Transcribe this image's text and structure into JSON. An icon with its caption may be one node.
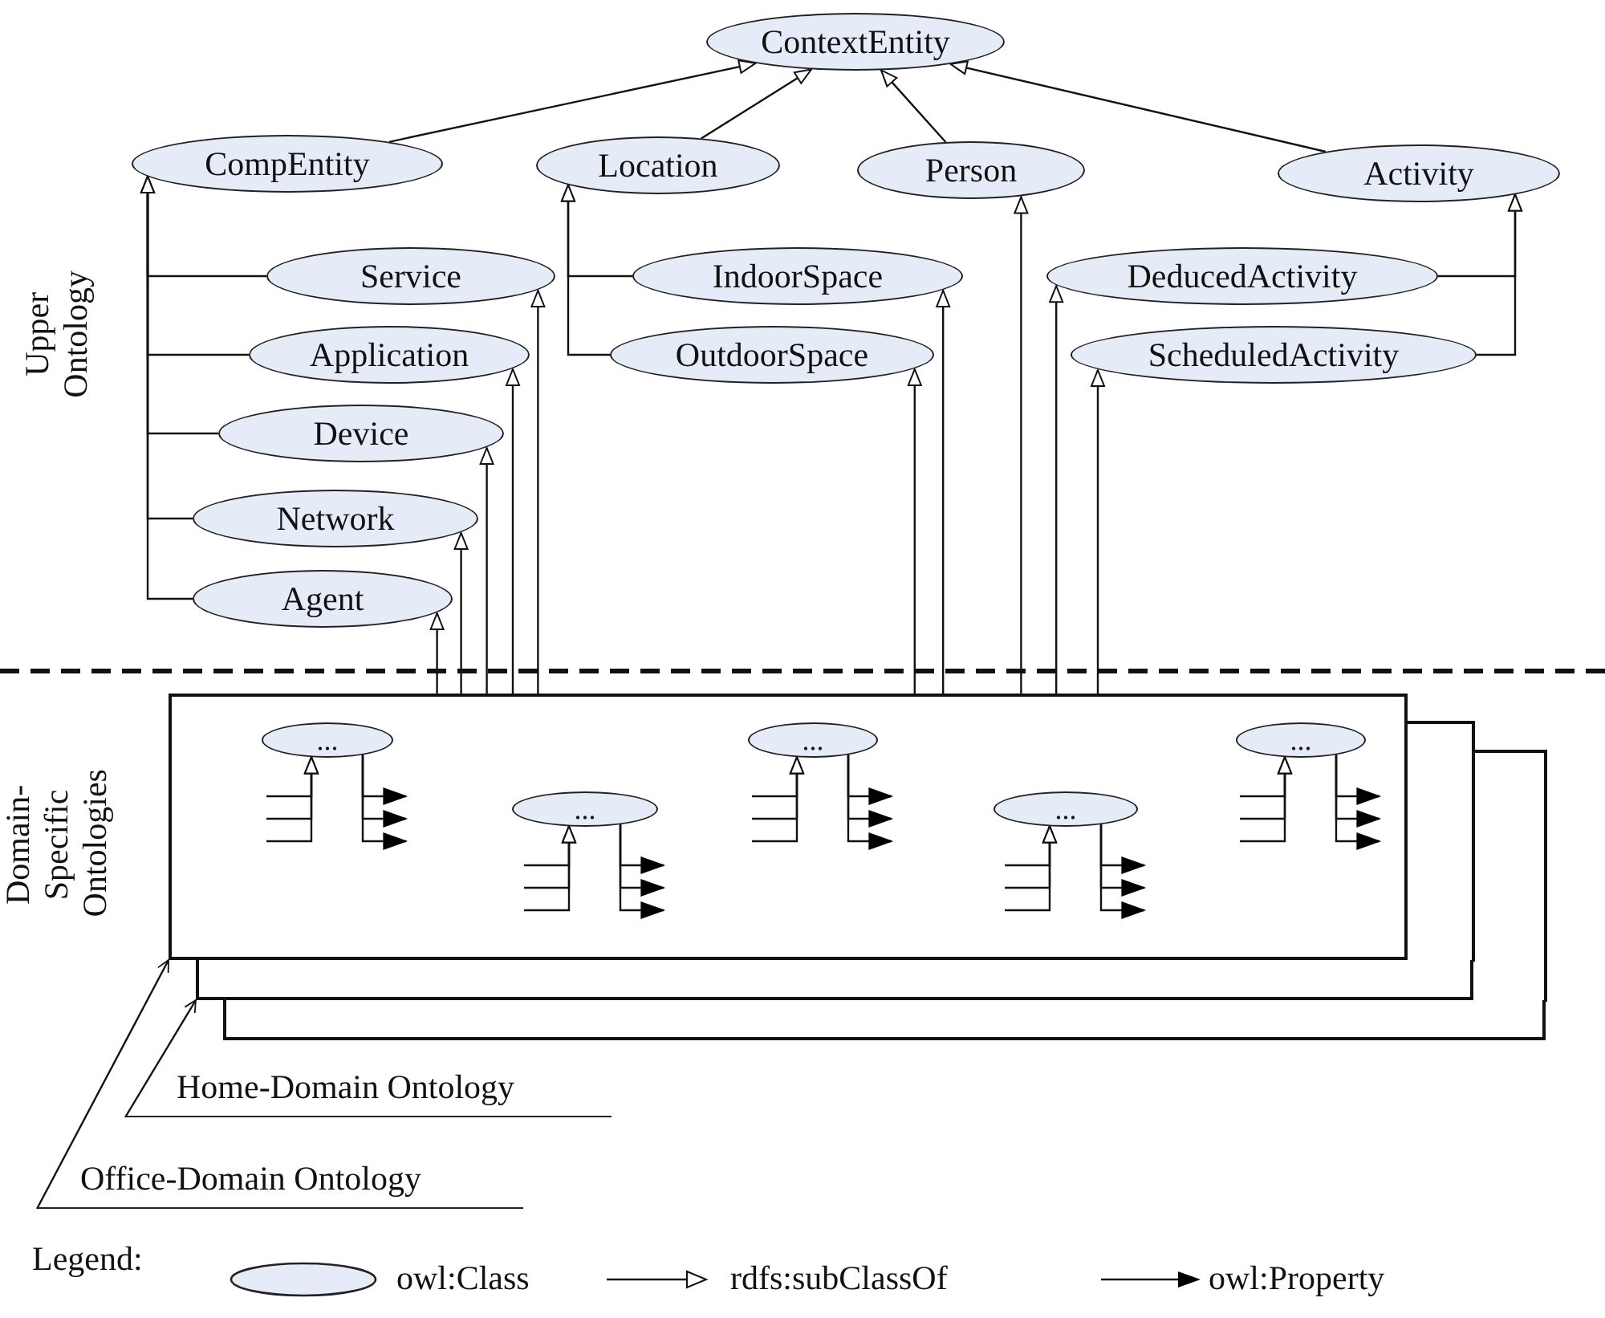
{
  "diagram": {
    "nodes": [
      {
        "text": [
          "ContextEntity"
        ]
      },
      {
        "text": [
          "CompEntity"
        ]
      },
      {
        "text": [
          "Location"
        ]
      },
      {
        "text": [
          "Person"
        ]
      },
      {
        "text": [
          "Activity"
        ]
      },
      {
        "text": [
          "Service"
        ]
      },
      {
        "text": [
          "Application"
        ]
      },
      {
        "text": [
          "Device"
        ]
      },
      {
        "text": [
          "Network"
        ]
      },
      {
        "text": [
          "Agent"
        ]
      },
      {
        "text": [
          "IndoorSpace"
        ]
      },
      {
        "text": [
          "OutdoorSpace"
        ]
      },
      {
        "text": [
          "DeducedActivity"
        ]
      },
      {
        "text": [
          "ScheduledActivity"
        ]
      },
      {
        "text": [],
        "shape": "box"
      },
      {
        "text": [
          "..."
        ],
        "in": 14
      },
      {
        "text": [
          "..."
        ],
        "in": 14
      },
      {
        "text": [
          "..."
        ],
        "in": 14
      },
      {
        "text": [
          "..."
        ],
        "in": 14
      },
      {
        "text": [
          "..."
        ],
        "in": 14
      },
      {
        "text": [],
        "shape": "box"
      },
      {
        "text": [],
        "shape": "box"
      },
      {
        "text": [
          "Home-Domain Ontology"
        ]
      },
      {
        "text": [
          "Office-Domain Ontology"
        ]
      }
    ],
    "edges": [
      {
        "from": 1,
        "to": 0,
        "arrow": "to"
      },
      {
        "from": 2,
        "to": 0,
        "arrow": "to"
      },
      {
        "from": 3,
        "to": 0,
        "arrow": "to"
      },
      {
        "from": 4,
        "to": 0,
        "arrow": "to"
      },
      {
        "from": 5,
        "to": 1,
        "arrow": "to"
      },
      {
        "from": 6,
        "to": 1,
        "arrow": "to"
      },
      {
        "from": 7,
        "to": 1,
        "arrow": "to"
      },
      {
        "from": 8,
        "to": 1,
        "arrow": "to"
      },
      {
        "from": 9,
        "to": 1,
        "arrow": "to"
      },
      {
        "from": 10,
        "to": 2,
        "arrow": "to"
      },
      {
        "from": 11,
        "to": 2,
        "arrow": "to"
      },
      {
        "from": 12,
        "to": 4,
        "arrow": "to"
      },
      {
        "from": 13,
        "to": 4,
        "arrow": "to"
      },
      {
        "from": 14,
        "to": 9,
        "arrow": "to"
      },
      {
        "from": 14,
        "to": 8,
        "arrow": "to"
      },
      {
        "from": 14,
        "to": 7,
        "arrow": "to"
      },
      {
        "from": 14,
        "to": 6,
        "arrow": "to"
      },
      {
        "from": 14,
        "to": 5,
        "arrow": "to"
      },
      {
        "from": 14,
        "to": 11,
        "arrow": "to"
      },
      {
        "from": 14,
        "to": 10,
        "arrow": "to"
      },
      {
        "from": 14,
        "to": 3,
        "arrow": "to"
      },
      {
        "from": 14,
        "to": 12,
        "arrow": "to"
      },
      {
        "from": 14,
        "to": 13,
        "arrow": "to"
      },
      {
        "from": 22,
        "to": 20,
        "arrow": "to"
      },
      {
        "from": 23,
        "to": 14,
        "arrow": "to"
      },
      {
        "from": null,
        "to": 15,
        "arrow": "to"
      },
      {
        "from": null,
        "to": 15,
        "arrow": "to"
      },
      {
        "from": null,
        "to": 15,
        "arrow": "to"
      },
      {
        "from": 15,
        "to": null,
        "arrow": "to"
      },
      {
        "from": 15,
        "to": null,
        "arrow": "to"
      },
      {
        "from": 15,
        "to": null,
        "arrow": "to"
      },
      {
        "from": null,
        "to": 16,
        "arrow": "to"
      },
      {
        "from": null,
        "to": 16,
        "arrow": "to"
      },
      {
        "from": null,
        "to": 16,
        "arrow": "to"
      },
      {
        "from": 16,
        "to": null,
        "arrow": "to"
      },
      {
        "from": 16,
        "to": null,
        "arrow": "to"
      },
      {
        "from": 16,
        "to": null,
        "arrow": "to"
      },
      {
        "from": null,
        "to": 17,
        "arrow": "to"
      },
      {
        "from": null,
        "to": 17,
        "arrow": "to"
      },
      {
        "from": null,
        "to": 17,
        "arrow": "to"
      },
      {
        "from": 17,
        "to": null,
        "arrow": "to"
      },
      {
        "from": 17,
        "to": null,
        "arrow": "to"
      },
      {
        "from": 17,
        "to": null,
        "arrow": "to"
      },
      {
        "from": null,
        "to": 18,
        "arrow": "to"
      },
      {
        "from": null,
        "to": 18,
        "arrow": "to"
      },
      {
        "from": null,
        "to": 18,
        "arrow": "to"
      },
      {
        "from": 18,
        "to": null,
        "arrow": "to"
      },
      {
        "from": 18,
        "to": null,
        "arrow": "to"
      },
      {
        "from": 18,
        "to": null,
        "arrow": "to"
      },
      {
        "from": null,
        "to": 19,
        "arrow": "to"
      },
      {
        "from": null,
        "to": 19,
        "arrow": "to"
      },
      {
        "from": null,
        "to": 19,
        "arrow": "to"
      },
      {
        "from": 19,
        "to": null,
        "arrow": "to"
      },
      {
        "from": 19,
        "to": null,
        "arrow": "to"
      },
      {
        "from": 19,
        "to": null,
        "arrow": "to"
      }
    ],
    "labels": [
      "Upper Ontology",
      "Domain-Specific Ontologies",
      "Legend:"
    ],
    "legend": [
      {
        "text": "owl:Class"
      },
      {
        "text": "rdfs:subClassOf"
      },
      {
        "text": "owl:Property"
      }
    ]
  }
}
